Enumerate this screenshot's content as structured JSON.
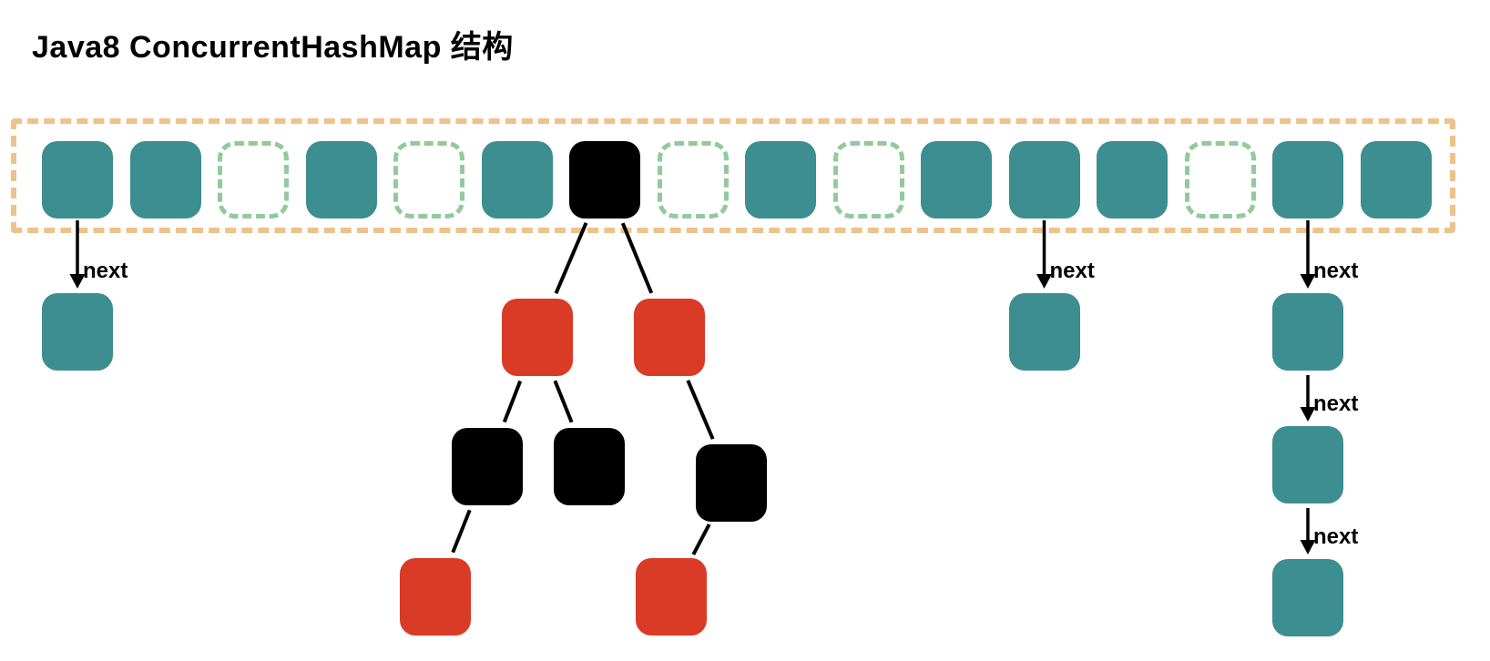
{
  "title": "Java8 ConcurrentHashMap 结构",
  "labels": {
    "next": "next"
  },
  "colors": {
    "background": "#ffffff",
    "ink": "#000000",
    "node_teal": "#3c8e90",
    "node_red": "#d93b27",
    "node_black": "#000000",
    "array_border_orange": "#edc28c",
    "empty_cell_border_green": "#92ca9c"
  },
  "array": {
    "size": 16,
    "cell_states": [
      "node",
      "node",
      "empty",
      "node",
      "empty",
      "node",
      "tree-root",
      "empty",
      "node",
      "empty",
      "node",
      "node",
      "node",
      "empty",
      "node",
      "node"
    ]
  },
  "linked_lists": [
    {
      "bucket_index": 0,
      "length": 1,
      "pointer_label": "next"
    },
    {
      "bucket_index": 11,
      "length": 1,
      "pointer_label": "next"
    },
    {
      "bucket_index": 14,
      "length": 3,
      "pointer_label": "next"
    }
  ],
  "red_black_tree": {
    "bucket_index": 6,
    "root_color": "black",
    "nodes": [
      {
        "id": "L",
        "color": "red"
      },
      {
        "id": "R",
        "color": "red"
      },
      {
        "id": "LL",
        "color": "black"
      },
      {
        "id": "LR",
        "color": "black"
      },
      {
        "id": "RR",
        "color": "black"
      },
      {
        "id": "LLL",
        "color": "red"
      },
      {
        "id": "RRL",
        "color": "red"
      }
    ],
    "edges": [
      [
        "root",
        "L"
      ],
      [
        "root",
        "R"
      ],
      [
        "L",
        "LL"
      ],
      [
        "L",
        "LR"
      ],
      [
        "R",
        "RR"
      ],
      [
        "LL",
        "LLL"
      ],
      [
        "RR",
        "RRL"
      ]
    ]
  }
}
